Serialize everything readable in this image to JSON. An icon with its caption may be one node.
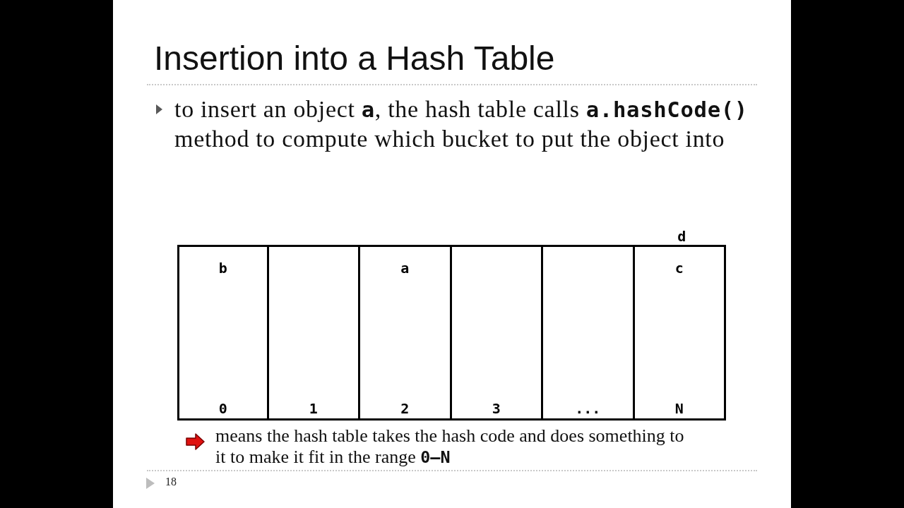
{
  "diagram": {
    "title": "Insertion into a Hash Table",
    "nodes": [
      {
        "text": [
          "b",
          "0"
        ]
      },
      {
        "text": [
          "1"
        ]
      },
      {
        "text": [
          "a",
          "2"
        ]
      },
      {
        "text": [
          "3"
        ]
      },
      {
        "text": [
          "..."
        ]
      },
      {
        "text": [
          "c",
          "N"
        ],
        "beside": [
          "d"
        ]
      }
    ],
    "labels": [
      "to insert an object **a**, the hash table calls **a.hashCode()** method to compute which bucket to put the object into",
      "18"
    ],
    "legend": [
      {
        "text": "means the hash table takes the hash code and does something to it to make it fit in the range **0—N**"
      }
    ]
  }
}
